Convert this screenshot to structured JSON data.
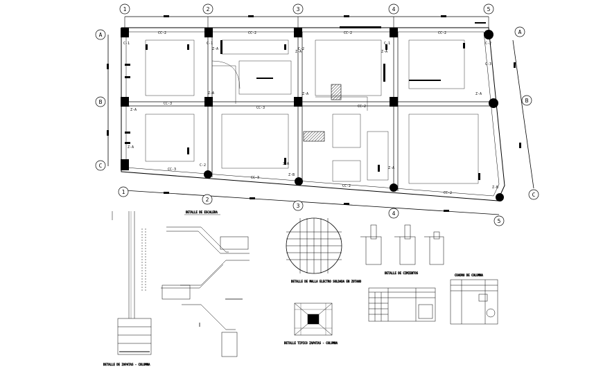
{
  "grid": {
    "columns_top": [
      "1",
      "2",
      "3",
      "4",
      "5"
    ],
    "columns_bottom": [
      "1",
      "2",
      "3",
      "4",
      "5"
    ],
    "rows_left": [
      "A",
      "B",
      "C"
    ],
    "rows_right": [
      "A",
      "B",
      "C"
    ]
  },
  "beam_labels": {
    "cc2_top_a": "CC-2",
    "cc2_top_b": "CC-2",
    "cc2_top_c": "CC-2",
    "cc2_top_d": "CC-2",
    "cc3_mid_a": "CC-3",
    "cc3_mid_b": "CC-3",
    "cc2_mid_c": "CC-2",
    "cc3_bot_a": "CC-3",
    "cc3_bot_b": "CC-3",
    "cc2_bot_c": "CC-2",
    "cc2_bot_d": "CC-2"
  },
  "footing_labels": {
    "za_1": "Z-A",
    "za_2": "Z-A",
    "za_3": "Z-A",
    "za_4": "Z-A",
    "za_5": "Z-A",
    "za_6": "Z-A",
    "za_7": "Z-A",
    "za_8": "Z-A",
    "za_9": "Z-A",
    "za_10": "Z-A",
    "zb_1": "Z-B",
    "zb_2": "Z-B",
    "c1_1": "C-1",
    "c1_2": "C-1",
    "c1_3": "C-1",
    "c1_4": "C-1",
    "c2_1": "C-2",
    "c2_2": "C-2",
    "c2_3": "C-2",
    "c3_1": "C-3"
  },
  "detail_titles": {
    "footing_column": "DETALLE DE ZAPATAS - COLUMNA",
    "stairs": "DETALLE DE ESCALERA",
    "mesh": "DETALLE DE MALLA ELECTRO SOLDADA EN ZOTANO",
    "typical_footing": "DETALLE TIPICO ZAPATAS - COLUMNA",
    "foundations": "DETALLE DE CIMIENTOS",
    "column_schedule": "CUADRO DE COLUMNA"
  },
  "colors": {
    "line": "#000000",
    "background": "#ffffff"
  }
}
